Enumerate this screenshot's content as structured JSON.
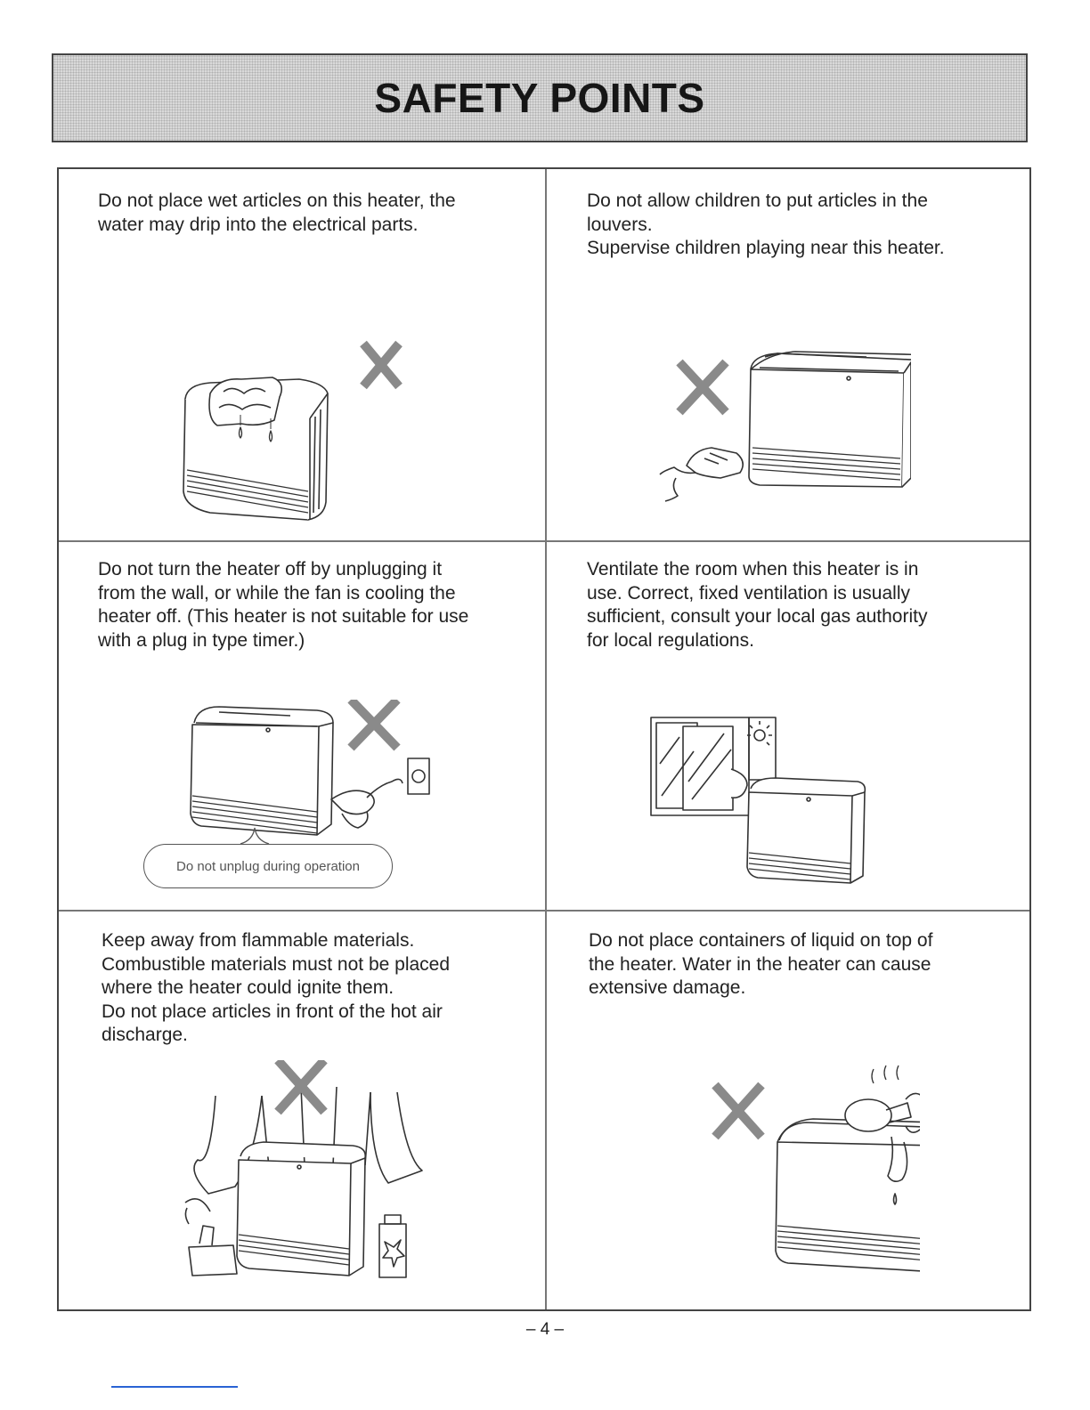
{
  "title": "SAFETY POINTS",
  "page_number": "– 4 –",
  "items": [
    {
      "lines": [
        "Do not place wet articles on this heater, the",
        "water may drip into the electrical parts."
      ],
      "illustration": "wet-towel-on-heater"
    },
    {
      "lines": [
        "Do not allow children to put articles in the",
        "louvers.",
        "Supervise children playing near this heater."
      ],
      "illustration": "child-hand-at-louvers"
    },
    {
      "lines": [
        "Do not turn the heater off by unplugging it",
        "from the wall, or while the fan is cooling the",
        "heater off. (This heater is not suitable for use",
        "with a plug in type timer.)"
      ],
      "illustration": "unplugging-heater",
      "callout": "Do not unplug during operation"
    },
    {
      "lines": [
        "Ventilate the room when this heater is in",
        "use.  Correct, fixed ventilation is usually",
        "sufficient, consult your local gas authority",
        "for local regulations."
      ],
      "illustration": "open-window-ventilation"
    },
    {
      "lines": [
        "Keep away from flammable materials.",
        "Combustible materials must not be placed",
        "where the heater could ignite them.",
        "Do not place articles in front of the hot air",
        "discharge."
      ],
      "illustration": "flammable-items-near-heater"
    },
    {
      "lines": [
        "Do not place containers of liquid on top of",
        "the heater.  Water in the heater can cause",
        "extensive damage."
      ],
      "illustration": "vase-spilling-on-heater"
    }
  ],
  "colors": {
    "x_mark": "#8a8a8a",
    "line": "#333333",
    "title_bg": "#d9d9d9"
  }
}
